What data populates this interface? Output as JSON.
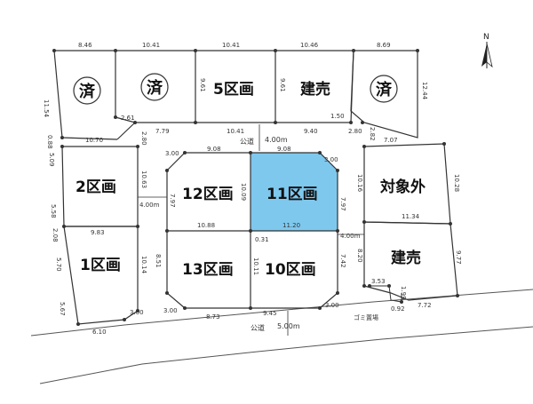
{
  "compass": {
    "label": "N"
  },
  "lots": {
    "lot1": {
      "label": "1区画"
    },
    "lot2": {
      "label": "2区画"
    },
    "lot5": {
      "label": "5区画"
    },
    "lot10": {
      "label": "10区画"
    },
    "lot11": {
      "label": "11区画",
      "highlight_color": "#7ec8ee"
    },
    "lot12": {
      "label": "12区画"
    },
    "lot13": {
      "label": "13区画"
    },
    "sold_mark": "済",
    "for_sale_top": "建売",
    "for_sale_right": "建売",
    "excluded": "対象外"
  },
  "roads": {
    "inner_label": "公道",
    "inner_width": "4.00m",
    "bottom_label": "公道",
    "bottom_width": "5.00m",
    "left_width": "4.00m",
    "right_width": "4.00m"
  },
  "garbage": {
    "label": "ゴミ置場"
  },
  "dims": {
    "top_row": [
      "8.46",
      "10.41",
      "10.41",
      "10.46",
      "8.69"
    ],
    "left_side": [
      "11.54",
      "0.88",
      "5.09",
      "5.58",
      "2.08",
      "5.70",
      "5.67"
    ],
    "row1_bottom": [
      "2.61",
      "7.79",
      "10.41",
      "9.40",
      "1.50",
      "2.80",
      "2.82"
    ],
    "lot5_height": "9.61",
    "tatemono_height": "9.61",
    "right_top": "12.44",
    "lot2": {
      "top": "10.70",
      "side": "10.63",
      "corner": "2.80"
    },
    "lot1": {
      "top": "9.83",
      "side": "10.14",
      "bottom": "6.10",
      "corner": "3.00"
    },
    "lot12": {
      "top": "9.08",
      "corner": "3.00",
      "side": "7.97",
      "bottom": "10.88",
      "right": "10.09"
    },
    "lot11": {
      "top": "9.08",
      "corner": "3.00",
      "side": "7.97",
      "bottom": "11.20",
      "small": "0.31"
    },
    "lot13": {
      "side": "8.51",
      "corner": "3.00",
      "bottom": "8.73"
    },
    "lot10": {
      "side": "10.11",
      "right": "7.42",
      "bottom": "9.45",
      "corner": "3.00"
    },
    "excluded": {
      "top": "7.07",
      "side": "10.16",
      "right": "10.28",
      "bottom": "11.34"
    },
    "ready_right": {
      "side": "8.20",
      "right": "9.77",
      "bottom": "7.72"
    },
    "garbage": {
      "a": "3.53",
      "b": "1.99",
      "c": "0.92"
    }
  }
}
